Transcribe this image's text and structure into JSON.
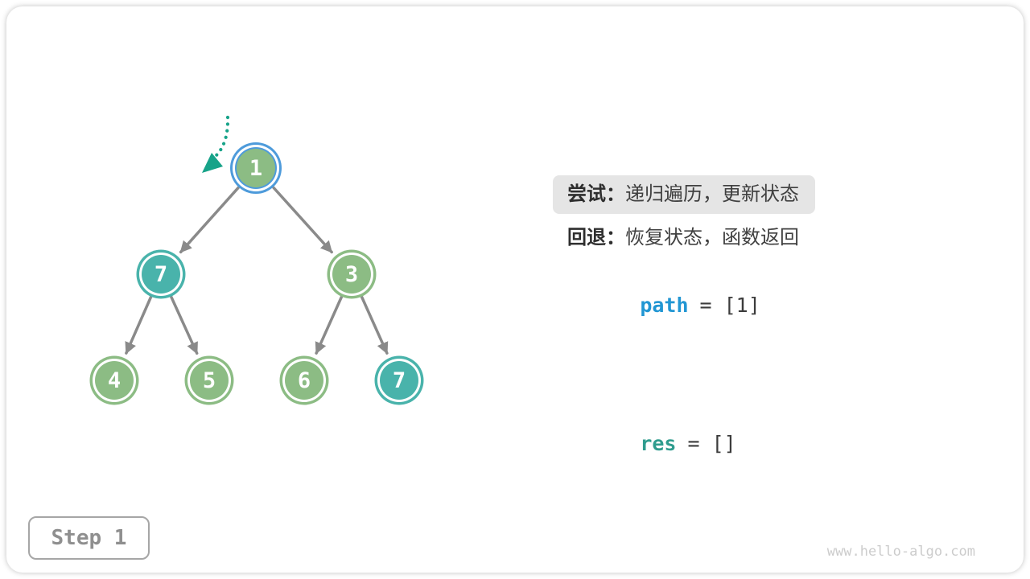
{
  "annotations": {
    "try_label": "尝试：",
    "try_text": "递归遍历，更新状态",
    "backtrack_label": "回退：",
    "backtrack_text": "恢复状态，函数返回",
    "path_name": "path",
    "path_value": "= [1]",
    "res_name": "res",
    "res_value": "= []"
  },
  "tree": {
    "nodes": [
      {
        "value": "1",
        "state": "current"
      },
      {
        "value": "7",
        "state": "teal"
      },
      {
        "value": "3",
        "state": "green"
      },
      {
        "value": "4",
        "state": "green"
      },
      {
        "value": "5",
        "state": "green"
      },
      {
        "value": "6",
        "state": "green"
      },
      {
        "value": "7",
        "state": "teal"
      }
    ]
  },
  "footer": {
    "step": "Step 1",
    "watermark": "www.hello-algo.com"
  },
  "colors": {
    "node_green": "#8CBC84",
    "node_teal": "#49B3AB",
    "current_ring_blue": "#4E9BDB",
    "edge_gray": "#8A8A8A",
    "cursor_arrow_teal": "#17A389",
    "path_blue": "#2196D3",
    "res_teal": "#2F9C8E",
    "highlight_bg": "#E5E5E5"
  }
}
